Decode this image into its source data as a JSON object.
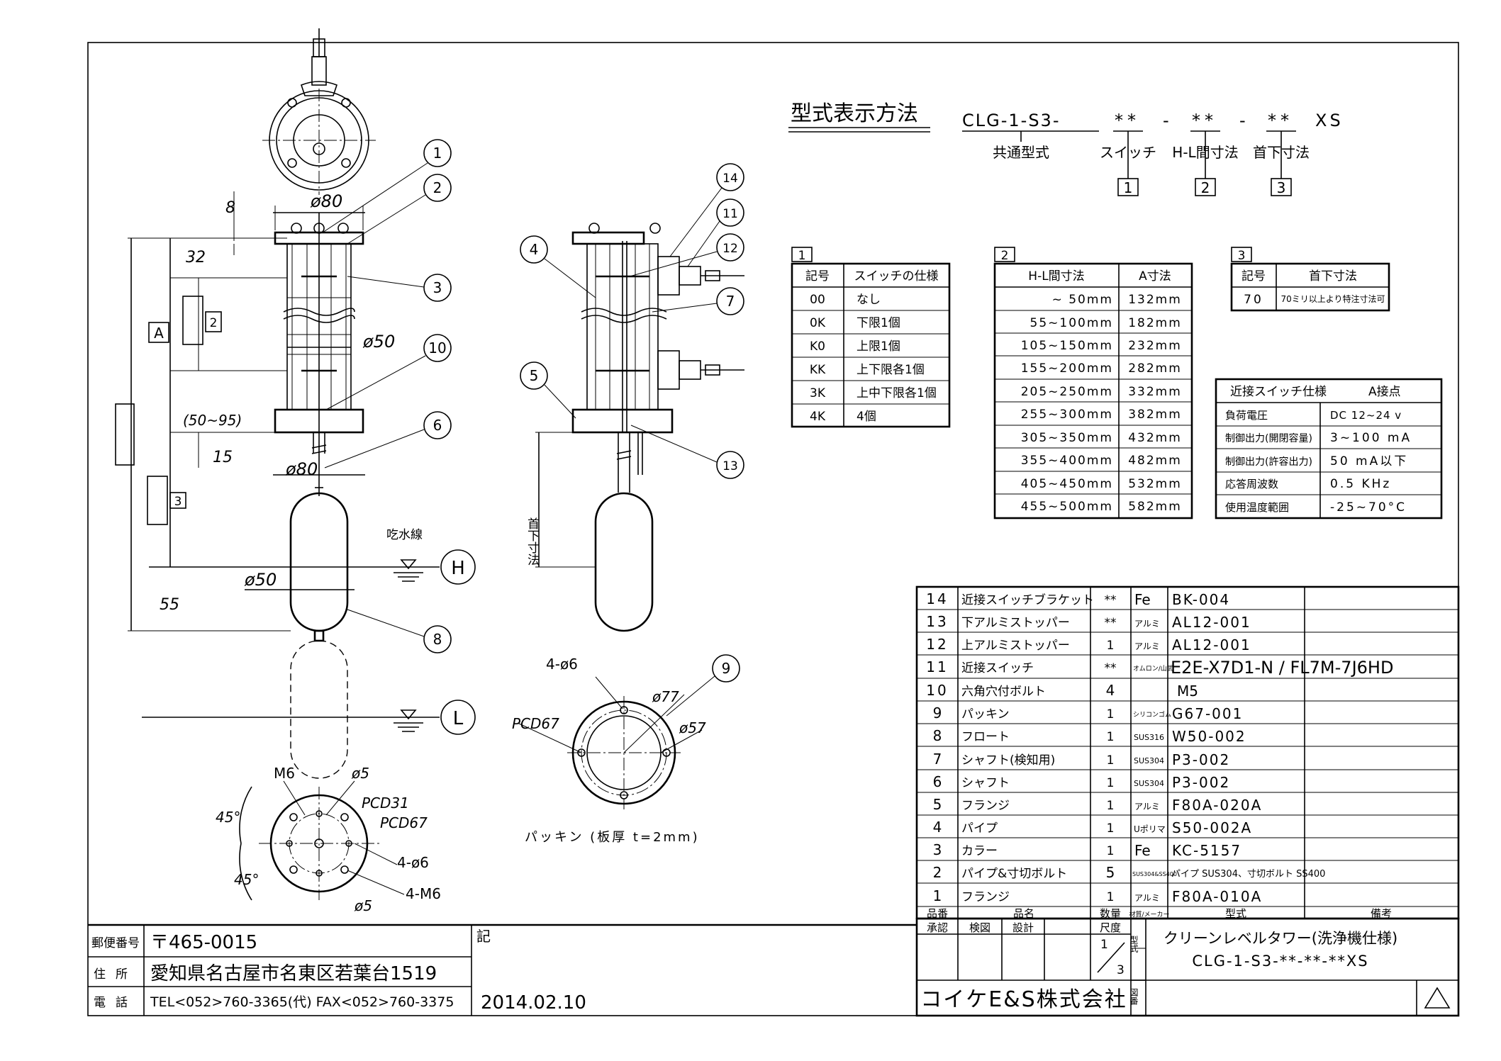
{
  "designation": {
    "title": "型式表示方法",
    "code_parts": [
      "CLG-1-S3-",
      "**",
      "-",
      "**",
      "-",
      "**",
      "XS"
    ],
    "labels": [
      "共通型式",
      "スイッチ",
      "H-L間寸法",
      "首下寸法"
    ],
    "boxes": [
      "1",
      "2",
      "3"
    ]
  },
  "switch_table": {
    "box": "1",
    "headers": [
      "記号",
      "スイッチの仕様"
    ],
    "rows": [
      [
        "00",
        "なし"
      ],
      [
        "0K",
        "下限1個"
      ],
      [
        "K0",
        "上限1個"
      ],
      [
        "KK",
        "上下限各1個"
      ],
      [
        "3K",
        "上中下限各1個"
      ],
      [
        "4K",
        "4個"
      ]
    ]
  },
  "hl_table": {
    "box": "2",
    "headers": [
      "H-L間寸法",
      "A寸法"
    ],
    "rows": [
      [
        "~ 50mm",
        "132mm"
      ],
      [
        "55~100mm",
        "182mm"
      ],
      [
        "105~150mm",
        "232mm"
      ],
      [
        "155~200mm",
        "282mm"
      ],
      [
        "205~250mm",
        "332mm"
      ],
      [
        "255~300mm",
        "382mm"
      ],
      [
        "305~350mm",
        "432mm"
      ],
      [
        "355~400mm",
        "482mm"
      ],
      [
        "405~450mm",
        "532mm"
      ],
      [
        "455~500mm",
        "582mm"
      ]
    ]
  },
  "neck_table": {
    "box": "3",
    "headers": [
      "記号",
      "首下寸法"
    ],
    "rows": [
      [
        "70",
        "70ミリ以上より特注寸法可"
      ]
    ]
  },
  "prox_table": {
    "headers": [
      "近接スイッチ仕様",
      "A接点"
    ],
    "rows": [
      [
        "負荷電圧",
        "DC 12~24 v"
      ],
      [
        "制御出力(開閉容量)",
        "3~100 mA"
      ],
      [
        "制御出力(許容出力)",
        "50 mA以下"
      ],
      [
        "応答周波数",
        "0.5 KHz"
      ],
      [
        "使用温度範囲",
        "-25~70°C"
      ]
    ]
  },
  "parts": {
    "rows": [
      [
        "14",
        "近接スイッチブラケット",
        "**",
        "Fe",
        "BK-004",
        ""
      ],
      [
        "13",
        "下アルミストッパー",
        "**",
        "アルミ",
        "AL12-001",
        ""
      ],
      [
        "12",
        "上アルミストッパー",
        "1",
        "アルミ",
        "AL12-001",
        ""
      ],
      [
        "11",
        "近接スイッチ",
        "**",
        "オムロン/山武",
        "E2E-X7D1-N / FL7M-7J6HD",
        ""
      ],
      [
        "10",
        "六角穴付ボルト",
        "4",
        "",
        "M5",
        ""
      ],
      [
        "9",
        "パッキン",
        "1",
        "シリコンゴム",
        "G67-001",
        ""
      ],
      [
        "8",
        "フロート",
        "1",
        "SUS316",
        "W50-002",
        ""
      ],
      [
        "7",
        "シャフト(検知用)",
        "1",
        "SUS304",
        "P3-002",
        ""
      ],
      [
        "6",
        "シャフト",
        "1",
        "SUS304",
        "P3-002",
        ""
      ],
      [
        "5",
        "フランジ",
        "1",
        "アルミ",
        "F80A-020A",
        ""
      ],
      [
        "4",
        "パイプ",
        "1",
        "Uポリマ",
        "S50-002A",
        ""
      ],
      [
        "3",
        "カラー",
        "1",
        "Fe",
        "KC-5157",
        ""
      ],
      [
        "2",
        "パイプ&寸切ボルト",
        "5",
        "SUS304&SS400",
        "パイプ SUS304、寸切ボルト SS400",
        ""
      ],
      [
        "1",
        "フランジ",
        "1",
        "アルミ",
        "F80A-010A",
        ""
      ]
    ],
    "footer": [
      "品番",
      "品名",
      "数量",
      "材質/メーカー",
      "型式",
      "備考"
    ]
  },
  "title_block": {
    "approve_labels": [
      "承認",
      "検図",
      "設計"
    ],
    "scale_label": "尺度",
    "scale_num": "1",
    "scale_den": "3",
    "kata_label": "型式",
    "name_line1": "クリーンレベルタワー(洗浄機仕様)",
    "name_line2": "CLG-1-S3-**-**-**XS",
    "company": "コイケE&S株式会社",
    "zuban_label": "図番"
  },
  "address_block": {
    "postal_label": "郵便番号",
    "postal": "〒465-0015",
    "address_label": "住所",
    "address": "愛知県名古屋市名東区若葉台1519",
    "phone_label": "電話",
    "phone": "TEL<052>760-3365(代)  FAX<052>760-3375",
    "note_label": "記",
    "date": "2014.02.10"
  },
  "dimensions": {
    "phi80_top": "ø80",
    "phi80_bottom": "ø80",
    "phi50_pipe": "ø50",
    "phi50_float": "ø50",
    "d8": "8",
    "d32": "32",
    "d50_95": "(50~95)",
    "d15": "15",
    "d55": "55",
    "a_box": "A",
    "box2": "2",
    "box3": "3",
    "neck": "首下寸法",
    "waterline": "吃水線",
    "H": "H",
    "L": "L",
    "m6": "M6",
    "phi5a": "ø5",
    "phi5b": "ø5",
    "pcd31": "PCD31",
    "pcd67a": "PCD67",
    "hole4_6a": "4-ø6",
    "hole4_m6": "4-M6",
    "ang45a": "45°",
    "ang45b": "45°",
    "hole4_6b": "4-ø6",
    "pcd67b": "PCD67",
    "phi77": "ø77",
    "phi57": "ø57",
    "packing_note": "パッキン (板厚 t=2mm)"
  },
  "balloons": [
    "1",
    "2",
    "3",
    "4",
    "5",
    "6",
    "7",
    "8",
    "9",
    "10",
    "11",
    "12",
    "13",
    "14"
  ],
  "revision_mark": "△"
}
